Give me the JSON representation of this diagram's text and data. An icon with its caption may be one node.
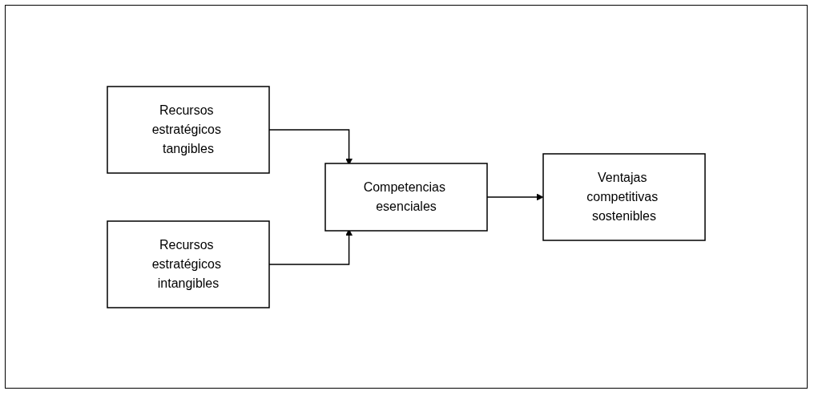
{
  "diagram": {
    "nodes": [
      {
        "text": [
          "Recursos estratégicos tangibles"
        ]
      },
      {
        "text": [
          "Recursos estratégicos intangibles"
        ]
      },
      {
        "text": [
          "Competencias esenciales"
        ]
      },
      {
        "text": [
          "Ventajas competitivas sostenibles"
        ]
      }
    ],
    "edges": [
      {
        "from": 0,
        "to": 2,
        "arrow": "to"
      },
      {
        "from": 1,
        "to": 2,
        "arrow": "to"
      },
      {
        "from": 2,
        "to": 3,
        "arrow": "to"
      }
    ]
  }
}
